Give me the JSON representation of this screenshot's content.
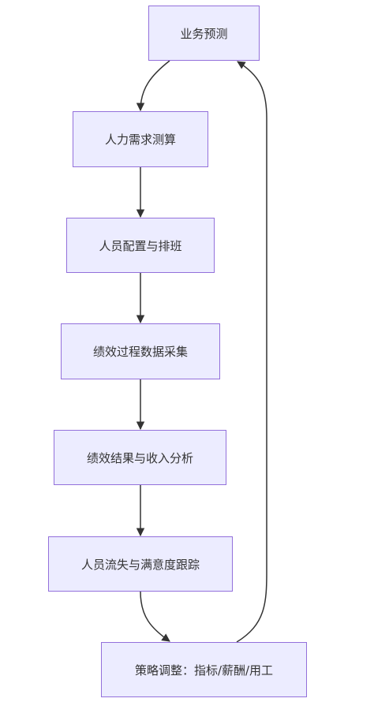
{
  "diagram": {
    "type": "flowchart",
    "nodes": [
      {
        "id": "n1",
        "label": "业务预测"
      },
      {
        "id": "n2",
        "label": "人力需求测算"
      },
      {
        "id": "n3",
        "label": "人员配置与排班"
      },
      {
        "id": "n4",
        "label": "绩效过程数据采集"
      },
      {
        "id": "n5",
        "label": "绩效结果与收入分析"
      },
      {
        "id": "n6",
        "label": "人员流失与满意度跟踪"
      },
      {
        "id": "n7",
        "label": "策略调整：指标/薪酬/用工"
      }
    ],
    "edges": [
      {
        "from": "n1",
        "to": "n2"
      },
      {
        "from": "n2",
        "to": "n3"
      },
      {
        "from": "n3",
        "to": "n4"
      },
      {
        "from": "n4",
        "to": "n5"
      },
      {
        "from": "n5",
        "to": "n6"
      },
      {
        "from": "n6",
        "to": "n7"
      },
      {
        "from": "n7",
        "to": "n1"
      }
    ],
    "colors": {
      "node_fill": "#ececff",
      "node_border": "#9370db",
      "edge": "#333333",
      "text": "#333333"
    }
  }
}
